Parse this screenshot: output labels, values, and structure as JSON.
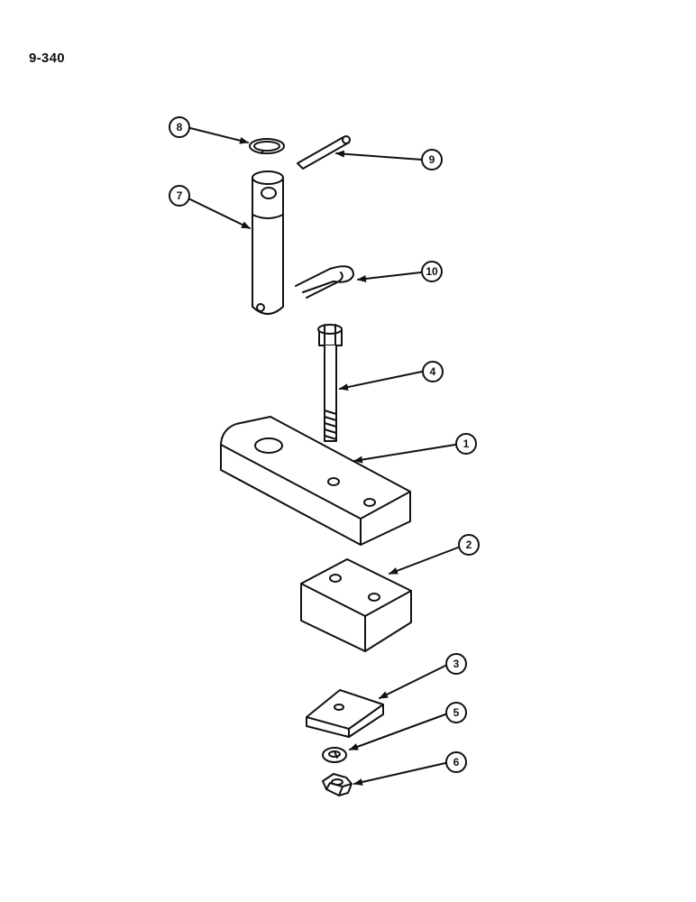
{
  "page_number": "9-340",
  "callouts": [
    {
      "id": "c1",
      "label": "1"
    },
    {
      "id": "c2",
      "label": "2"
    },
    {
      "id": "c3",
      "label": "3"
    },
    {
      "id": "c4",
      "label": "4"
    },
    {
      "id": "c5",
      "label": "5"
    },
    {
      "id": "c6",
      "label": "6"
    },
    {
      "id": "c7",
      "label": "7"
    },
    {
      "id": "c8",
      "label": "8"
    },
    {
      "id": "c9",
      "label": "9"
    },
    {
      "id": "c10",
      "label": "10"
    }
  ]
}
